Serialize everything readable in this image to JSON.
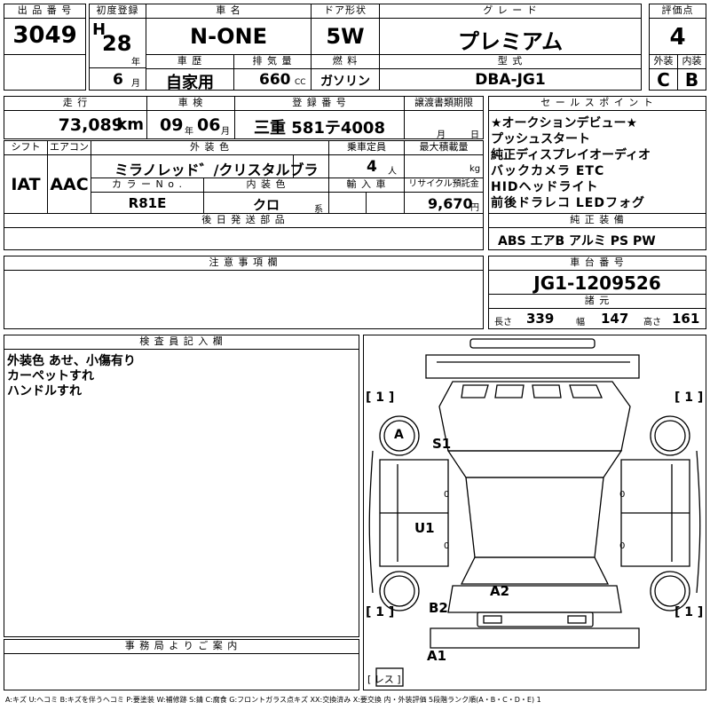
{
  "header": {
    "lot_label": "出 品 番 号",
    "lot_number": "3049",
    "first_reg_label": "初度登録",
    "era": "H",
    "year": "28",
    "year_unit": "年",
    "month": "6",
    "month_unit": "月",
    "car_name_label": "車 名",
    "car_name": "N-ONE",
    "door_label": "ドア形状",
    "door": "5W",
    "grade_label": "グ レ ー ド",
    "grade": "プレミアム",
    "score_label": "評価点",
    "score": "4",
    "history_label": "車 歴",
    "history": "自家用",
    "displacement_label": "排 気 量",
    "displacement": "660",
    "displacement_unit": "CC",
    "fuel_label": "燃 料",
    "fuel": "ガソリン",
    "model_label": "型 式",
    "model": "DBA-JG1",
    "exterior_label": "外装",
    "exterior_score": "C",
    "interior_label": "内装",
    "interior_score": "B"
  },
  "row2": {
    "mileage_label": "走 行",
    "mileage": "73,089",
    "mileage_unit": "km",
    "inspection_label": "車 検",
    "insp_year": "09",
    "insp_year_unit": "年",
    "insp_month": "06",
    "insp_month_unit": "月",
    "plate_label": "登 録 番 号",
    "plate": "三重 581テ4008",
    "transfer_label": "譲渡書類期限",
    "transfer_month_unit": "月",
    "transfer_day_unit": "日",
    "sales_label": "セ ー ル ス ポ イ ン ト",
    "sales_points": [
      "★オークションデビュー★",
      "プッシュスタート",
      "純正ディスプレイオーディオ",
      "バックカメラ ETC",
      "HIDヘッドライト",
      "前後ドラレコ LEDフォグ"
    ]
  },
  "row3": {
    "shift_label": "シフト",
    "shift": "IAT",
    "ac_label": "エアコン",
    "ac": "AAC",
    "ext_color_label": "外 装 色",
    "ext_color": "ミラノレッド゛/クリスタルブラ",
    "capacity_label": "乗車定員",
    "capacity": "4",
    "capacity_unit": "人",
    "load_label": "最大積載量",
    "load_unit": "kg",
    "color_no_label": "カ ラ ー N o .",
    "color_no": "R81E",
    "int_color_label": "内 装 色",
    "int_color": "クロ",
    "int_color_unit": "系",
    "import_label": "輸 入 車",
    "recycle_label": "リサイクル預託金",
    "recycle": "9,670",
    "recycle_unit": "円",
    "later_parts_label": "後 日 発 送 部 品",
    "genuine_label": "純 正 装 備",
    "genuine": "ABS エアB アルミ PS PW"
  },
  "notes": {
    "caution_label": "注 意 事 項 欄",
    "chassis_label": "車 台 番 号",
    "chassis": "JG1-1209526",
    "dims_label": "諸 元",
    "length_label": "長さ",
    "length": "339",
    "width_label": "幅",
    "width": "147",
    "height_label": "高さ",
    "height": "161"
  },
  "inspector": {
    "label": "検 査 員 記 入 欄",
    "lines": [
      "外装色 あせ、小傷有り",
      "カーペットすれ",
      "ハンドルすれ"
    ],
    "office_label": "事 務 局 よ り ご 案 内"
  },
  "diagram": {
    "tire_fl": "[ 1 ]",
    "tire_fr": "[ 1 ]",
    "tire_rl": "[ 1 ]",
    "tire_rr": "[ 1 ]",
    "wheel_mark": "A",
    "s1": "S1",
    "u1": "U1",
    "a2": "A2",
    "b2": "B2",
    "a1": "A1",
    "spare": "[ レス ]",
    "side_mark_1": "0",
    "side_mark_2": "0",
    "side_mark_3": "0",
    "side_mark_4": "0"
  },
  "legend": "A:キズ U:ヘコミ B:キズを伴うヘコミ P:要塗装 W:補修跡 S:錆 C:腐食 G:フロントガラス点キズ XX:交換済み X:要交換 内・外装評価 5段階ランク順(A・B・C・D・E) 1"
}
